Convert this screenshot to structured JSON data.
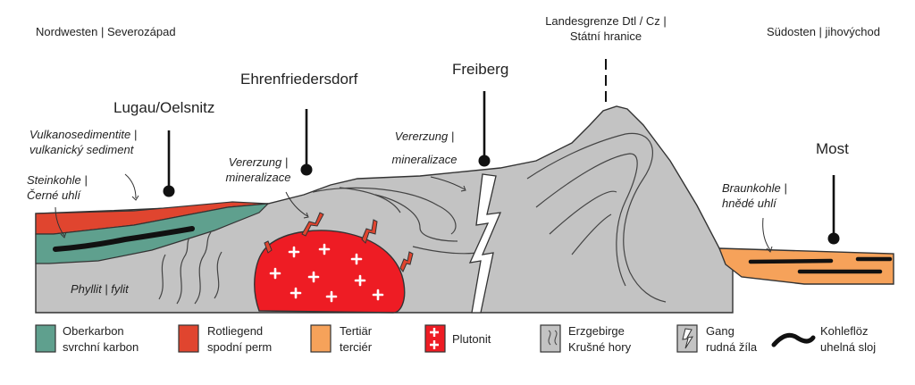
{
  "corners": {
    "northwest": "Nordwesten | Severozápad",
    "southeast": "Südosten | jihovýchod",
    "border_line1": "Landesgrenze Dtl / Cz |",
    "border_line2": "Státní hranice"
  },
  "places": {
    "lugau": "Lugau/Oelsnitz",
    "ehrenfriedersdorf": "Ehrenfriedersdorf",
    "freiberg": "Freiberg",
    "most": "Most"
  },
  "annotations": {
    "vulkano_line1": "Vulkanosedimentite |",
    "vulkano_line2": "vulkanický sediment",
    "steinkohle_line1": "Steinkohle |",
    "steinkohle_line2": "Černé uhlí",
    "vererzung1_line1": "Vererzung |",
    "vererzung1_line2": "mineralizace",
    "vererzung2_line1": "Vererzung |",
    "vererzung2_line2": "mineralizace",
    "braunkohle_line1": "Braunkohle |",
    "braunkohle_line2": "hnědé uhlí",
    "phyllit": "Phyllit | fylit"
  },
  "colors": {
    "erzgebirge": "#c3c3c3",
    "oberkarbon": "#5fa08e",
    "rotliegend": "#e0452f",
    "tertiar": "#f6a25a",
    "plutonit": "#ee1c24",
    "outline": "#333333"
  },
  "legend": [
    {
      "key": "oberkarbon",
      "line1": "Oberkarbon",
      "line2": "svrchní karbon"
    },
    {
      "key": "rotliegend",
      "line1": "Rotliegend",
      "line2": "spodní perm"
    },
    {
      "key": "tertiar",
      "line1": "Tertiär",
      "line2": "terciér"
    },
    {
      "key": "plutonit",
      "line1": "Plutonit",
      "line2": ""
    },
    {
      "key": "erzgebirge",
      "line1": "Erzgebirge",
      "line2": "Krušné hory"
    },
    {
      "key": "gang",
      "line1": "Gang",
      "line2": "rudná žíla"
    },
    {
      "key": "kohleflotz",
      "line1": "Kohleflöz",
      "line2": "uhelná sloj"
    }
  ]
}
